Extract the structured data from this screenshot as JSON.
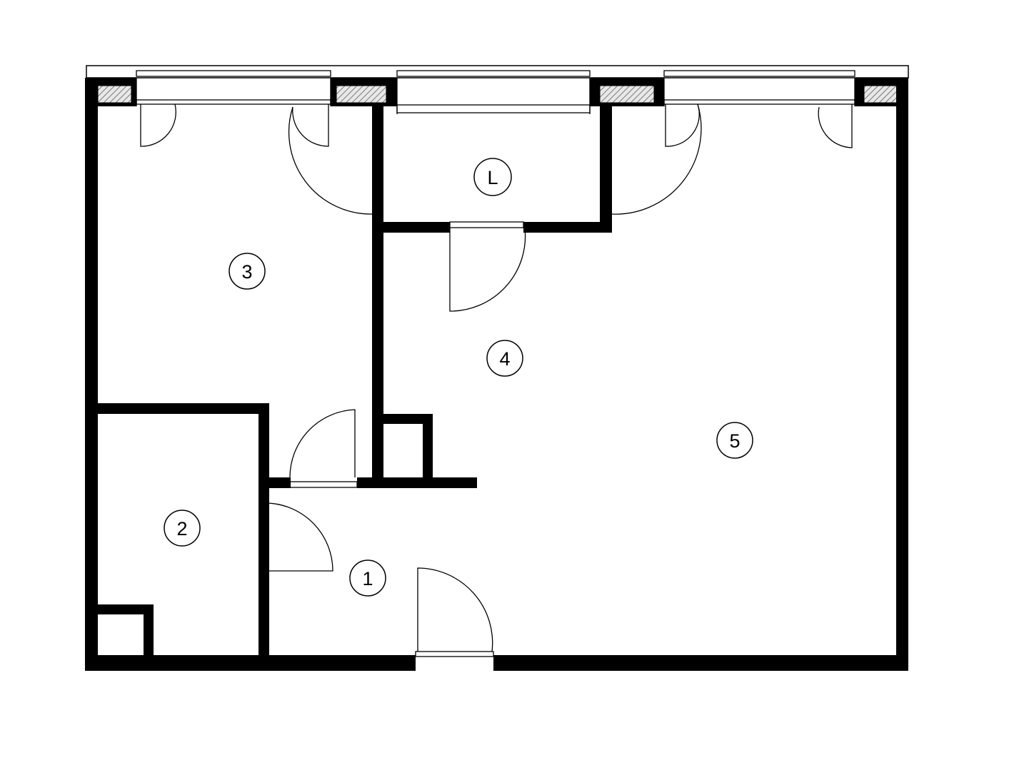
{
  "rooms": [
    {
      "id": "room-1",
      "label": "1"
    },
    {
      "id": "room-2",
      "label": "2"
    },
    {
      "id": "room-3",
      "label": "3"
    },
    {
      "id": "room-4",
      "label": "4"
    },
    {
      "id": "room-5",
      "label": "5"
    },
    {
      "id": "room-loggia",
      "label": "L"
    }
  ],
  "colors": {
    "wall": "#000000",
    "background": "#ffffff",
    "hatch": "#555555",
    "thin_line": "#000000"
  }
}
